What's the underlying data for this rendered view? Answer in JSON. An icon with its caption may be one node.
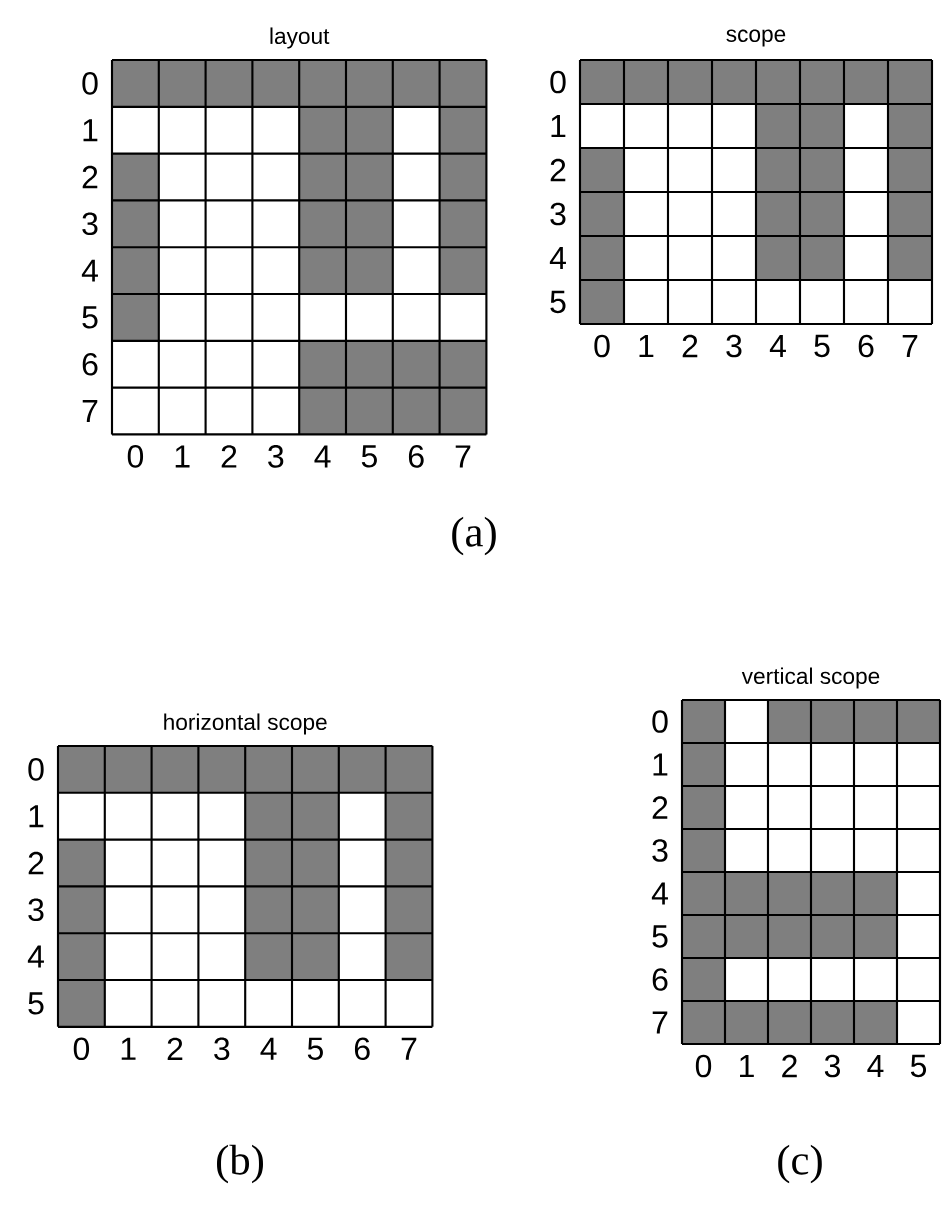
{
  "diagram": {
    "labels": [
      "layout",
      "0",
      "1",
      "2",
      "3",
      "4",
      "5",
      "6",
      "7",
      "0",
      "1",
      "2",
      "3",
      "4",
      "5",
      "6",
      "7",
      "scope",
      "0",
      "1",
      "2",
      "3",
      "4",
      "5",
      "0",
      "1",
      "2",
      "3",
      "4",
      "5",
      "6",
      "7",
      "(a)",
      "horizontal scope",
      "0",
      "1",
      "2",
      "3",
      "4",
      "5",
      "0",
      "1",
      "2",
      "3",
      "4",
      "5",
      "6",
      "7",
      "(b)",
      "vertical scope",
      "0",
      "1",
      "2",
      "3",
      "4",
      "5",
      "6",
      "7",
      "0",
      "1",
      "2",
      "3",
      "4",
      "5",
      "(c)"
    ]
  }
}
